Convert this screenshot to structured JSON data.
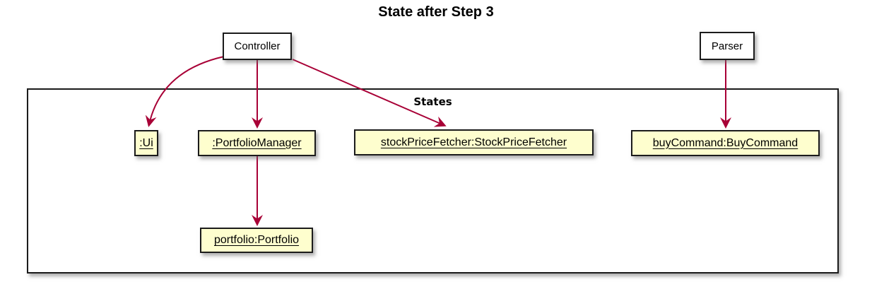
{
  "title": "State after Step 3",
  "frame": {
    "label": "States"
  },
  "nodes": {
    "controller": {
      "label": "Controller",
      "kind": "class"
    },
    "parser": {
      "label": "Parser",
      "kind": "class"
    },
    "ui": {
      "label": ":Ui",
      "kind": "object"
    },
    "portfolioManager": {
      "label": ":PortfolioManager",
      "kind": "object"
    },
    "stockPriceFetcher": {
      "label": "stockPriceFetcher:StockPriceFetcher",
      "kind": "object"
    },
    "buyCommand": {
      "label": "buyCommand:BuyCommand",
      "kind": "object"
    },
    "portfolio": {
      "label": "portfolio:Portfolio",
      "kind": "object"
    }
  },
  "edges": [
    {
      "from": "Controller",
      "to": ":Ui",
      "style": "curved-arrow"
    },
    {
      "from": "Controller",
      "to": ":PortfolioManager",
      "style": "straight-arrow"
    },
    {
      "from": "Controller",
      "to": "stockPriceFetcher:StockPriceFetcher",
      "style": "straight-arrow"
    },
    {
      "from": ":PortfolioManager",
      "to": "portfolio:Portfolio",
      "style": "straight-arrow"
    },
    {
      "from": "Parser",
      "to": "buyCommand:BuyCommand",
      "style": "straight-arrow"
    }
  ],
  "colors": {
    "arrow": "#A80036",
    "objectFill": "#FEFECE",
    "border": "#1b1b1b"
  }
}
